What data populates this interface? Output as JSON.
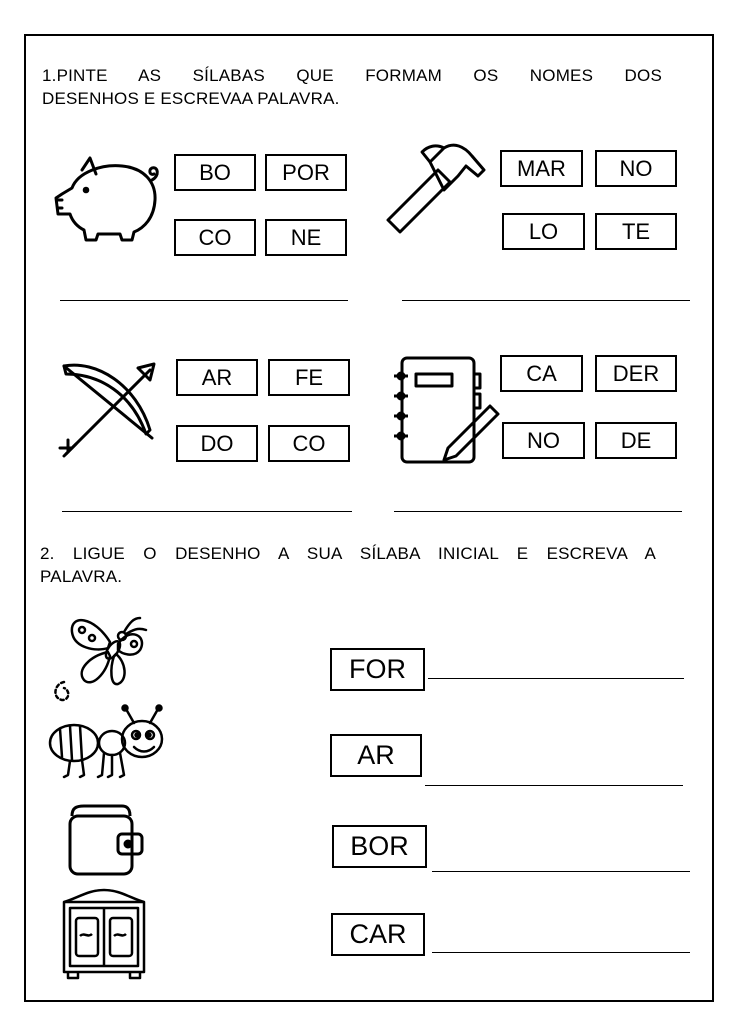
{
  "exercise1": {
    "instruction_line1": "1.PINTE AS SÍLABAS QUE FORMAM OS NOMES DOS",
    "instruction_line2": "DESENHOS E ESCREVAA PALAVRA.",
    "pig": {
      "icon": "pig-icon",
      "syllables": [
        "BO",
        "POR",
        "CO",
        "NE"
      ]
    },
    "hammer": {
      "icon": "hammer-icon",
      "syllables": [
        "MAR",
        "NO",
        "LO",
        "TE"
      ]
    },
    "bow": {
      "icon": "bow-arrow-icon",
      "syllables": [
        "AR",
        "FE",
        "DO",
        "CO"
      ]
    },
    "notebook": {
      "icon": "notebook-pencil-icon",
      "syllables": [
        "CA",
        "DER",
        "NO",
        "DE"
      ]
    }
  },
  "exercise2": {
    "instruction_line1": "2. LIGUE O DESENHO A SUA SÍLABA INICIAL E ESCREVA A",
    "instruction_line2": "PALAVRA.",
    "pictures": [
      "butterfly-icon",
      "ant-icon",
      "wallet-icon",
      "wardrobe-icon"
    ],
    "syllables": [
      "FOR",
      "AR",
      "BOR",
      "CAR"
    ]
  }
}
